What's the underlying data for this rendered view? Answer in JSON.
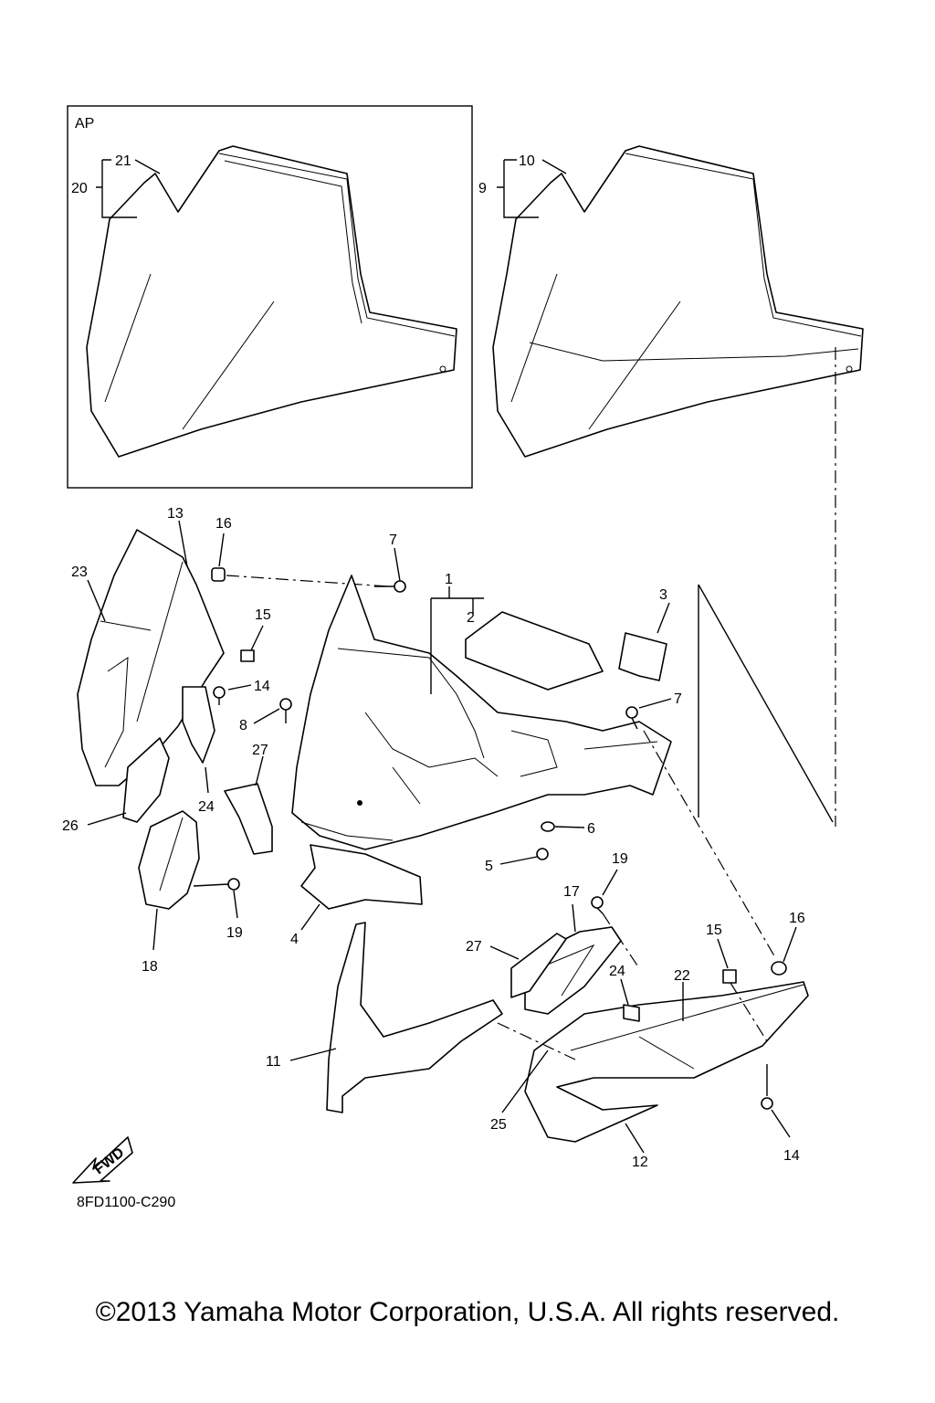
{
  "inset_label": "AP",
  "diagram_code": "8FD1100-C290",
  "copyright": "©2013 Yamaha Motor Corporation, U.S.A. All rights reserved.",
  "fwd_label": "FWD",
  "callouts": {
    "c1": "1",
    "c2": "2",
    "c3": "3",
    "c4": "4",
    "c5": "5",
    "c6": "6",
    "c7a": "7",
    "c7b": "7",
    "c8": "8",
    "c9": "9",
    "c10": "10",
    "c11": "11",
    "c12": "12",
    "c13": "13",
    "c14a": "14",
    "c14b": "14",
    "c15a": "15",
    "c15b": "15",
    "c16a": "16",
    "c16b": "16",
    "c17": "17",
    "c18": "18",
    "c19a": "19",
    "c19b": "19",
    "c20": "20",
    "c21": "21",
    "c22": "22",
    "c23": "23",
    "c24a": "24",
    "c24b": "24",
    "c25": "25",
    "c26": "26",
    "c27a": "27",
    "c27b": "27"
  }
}
